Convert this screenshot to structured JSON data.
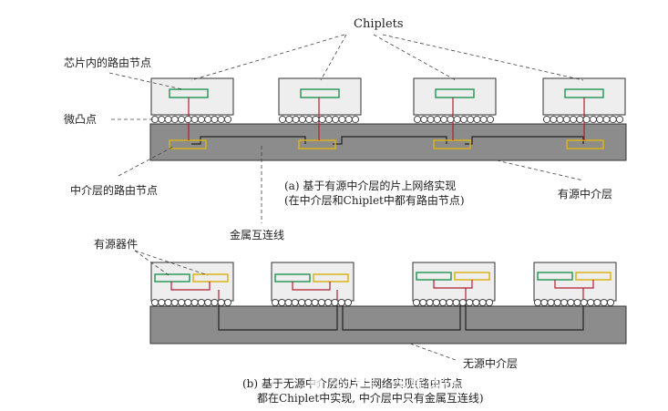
{
  "labels": {
    "chiplets": "Chiplets",
    "onchip_node": "芯片内的路由节点",
    "microbump": "微凸点",
    "interposer_node": "中介层的路由节点",
    "active_interposer": "有源中介层",
    "metal_interconnect": "金属互连线",
    "active_device": "有源器件",
    "passive_interposer": "无源中介层"
  },
  "captions": {
    "a_line1": "(a) 基于有源中介层的片上网络实现",
    "a_line2": "(在中介层和Chiplet中都有路由节点)",
    "b_line1": "(b) 基于无源中介层的片上网络实现(路由节点",
    "b_line2": "都在Chiplet中实现, 中介层中只有金属互连线)"
  },
  "watermark": {
    "main": "公众号 · 半导体行业观察 @chatway1989",
    "sub": "@51CTO博客"
  },
  "colors": {
    "green_node": "#2e9a5a",
    "yellow_node": "#d8b21a",
    "red_link": "#b02030",
    "interposer": "#8c8c8c",
    "chip_fill": "#eeeeee"
  }
}
